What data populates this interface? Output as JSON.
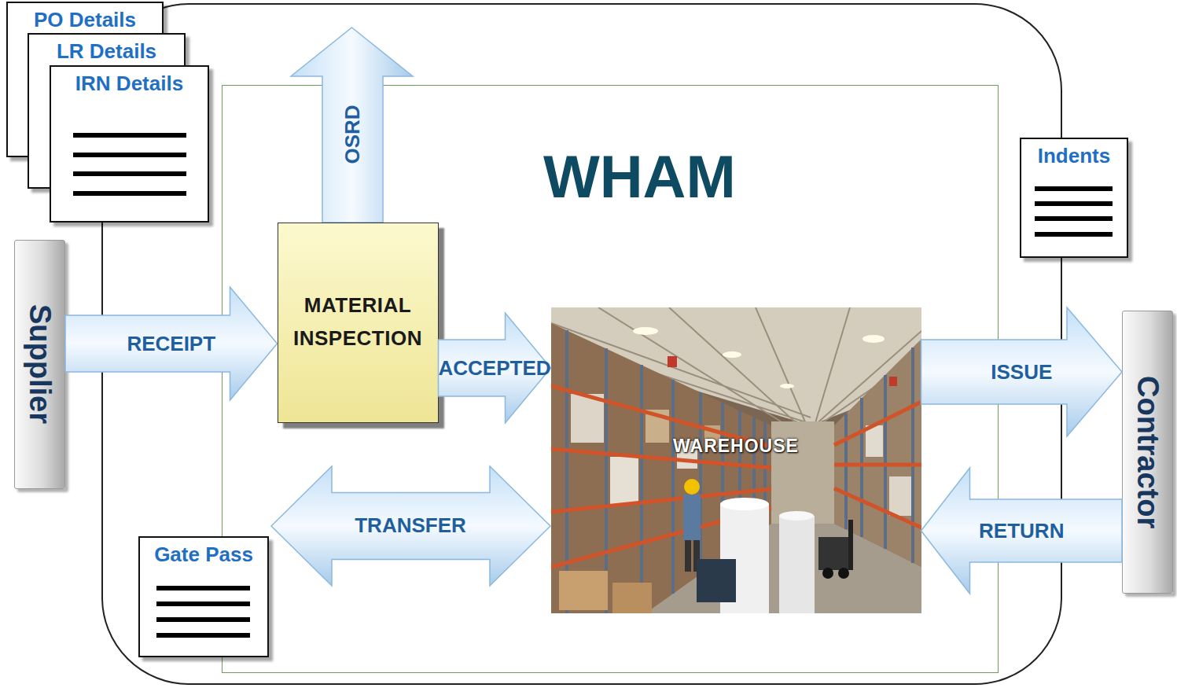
{
  "diagram": {
    "nodes": [
      {
        "text": [
          "PO Details"
        ]
      },
      {
        "text": [
          "LR Details"
        ]
      },
      {
        "text": [
          "IRN Details"
        ]
      },
      {
        "text": [
          "Supplier"
        ]
      },
      {
        "text": [
          "WHAM"
        ]
      },
      {
        "text": [
          "OSRD"
        ],
        "in": 4
      },
      {
        "text": [
          "MATERIAL INSPECTION"
        ],
        "in": 4
      },
      {
        "text": [
          "WAREHOUSE"
        ],
        "in": 4
      },
      {
        "text": [
          "TRANSFER"
        ],
        "in": 4
      },
      {
        "text": [
          "Indents"
        ]
      },
      {
        "text": [
          "Contractor"
        ]
      },
      {
        "text": [
          "Gate Pass"
        ]
      }
    ],
    "edges": [
      {
        "from": 3,
        "to": 6,
        "label": "RECEIPT",
        "arrow": "to"
      },
      {
        "from": 6,
        "to": 7,
        "label": "ACCEPTED",
        "arrow": "to"
      },
      {
        "from": 7,
        "to": 10,
        "label": "ISSUE",
        "arrow": "to"
      },
      {
        "from": 10,
        "to": 7,
        "label": "RETURN",
        "arrow": "to"
      }
    ]
  }
}
